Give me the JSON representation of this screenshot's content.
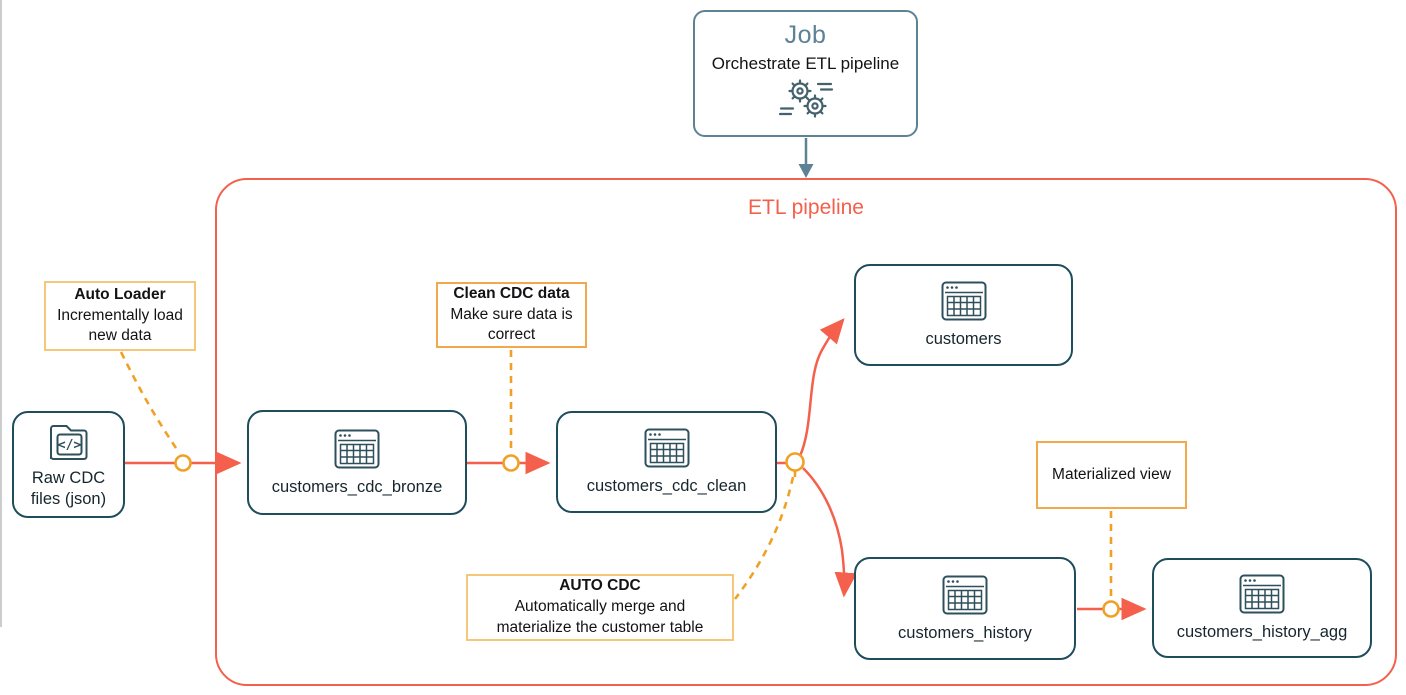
{
  "job": {
    "title": "Job",
    "subtitle": "Orchestrate ETL pipeline",
    "icon": "gears-icon"
  },
  "etl_pipeline": {
    "title": "ETL pipeline"
  },
  "source_node": {
    "label": "Raw CDC files (json)",
    "icon": "code-folder-icon"
  },
  "nodes": {
    "bronze": {
      "label": "customers_cdc_bronze",
      "icon": "table-icon"
    },
    "clean": {
      "label": "customers_cdc_clean",
      "icon": "table-icon"
    },
    "customers": {
      "label": "customers",
      "icon": "table-icon"
    },
    "history": {
      "label": "customers_history",
      "icon": "table-icon"
    },
    "history_agg": {
      "label": "customers_history_agg",
      "icon": "table-icon"
    }
  },
  "annotations": {
    "auto_loader": {
      "title": "Auto Loader",
      "body": "Incrementally load new data"
    },
    "clean_cdc": {
      "title": "Clean CDC data",
      "body": "Make sure data is correct"
    },
    "auto_cdc": {
      "title": "AUTO CDC",
      "body": "Automatically merge and materialize the customer table"
    },
    "materialized_view": {
      "title": "",
      "body": "Materialized view"
    }
  },
  "colors": {
    "pipeline_red": "#F4604C",
    "connector_orange": "#F0A125",
    "node_border_teal": "#1E4D5C",
    "job_slate": "#5D8296",
    "annotation_gold": "#F2A94B",
    "annotation_gold_light": "#F6C778",
    "text_dark": "#16262D"
  }
}
